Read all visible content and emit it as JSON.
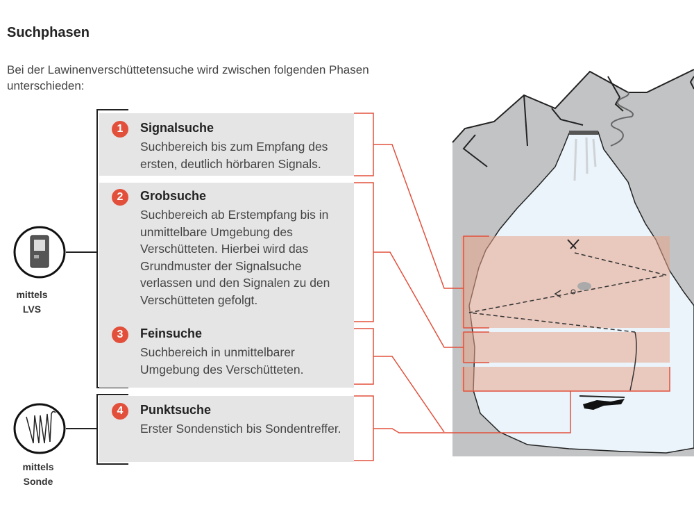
{
  "title": "Suchphasen",
  "intro": "Bei der Lawinenverschüttetensuche wird zwischen folgenden Phasen unterschieden:",
  "phases": [
    {
      "number": "1",
      "title": "Signalsuche",
      "description": "Suchbereich bis zum Empfang des ersten, deutlich hörbaren Signals."
    },
    {
      "number": "2",
      "title": "Grobsuche",
      "description": "Suchbereich ab Erstempfang bis in unmittelbare Umgebung des Verschütteten. Hierbei wird das Grundmuster der Signalsuche verlassen und den Signalen zu den Verschütteten gefolgt."
    },
    {
      "number": "3",
      "title": "Feinsuche",
      "description": "Suchbereich in unmittelbarer Umgebung des Verschütteten."
    },
    {
      "number": "4",
      "title": "Punktsuche",
      "description": "Erster Sondenstich bis Sondentreffer."
    }
  ],
  "tools": [
    {
      "label_line1": "mittels",
      "label_line2": "LVS",
      "icon": "avalanche-transceiver-icon"
    },
    {
      "label_line1": "mittels",
      "label_line2": "Sonde",
      "icon": "probe-icon"
    }
  ],
  "colors": {
    "accent": "#e2503c",
    "box": "#e5e5e5",
    "zone": "#f2c9b6",
    "rock": "#c2c3c5",
    "snow": "#eaf4fa"
  }
}
